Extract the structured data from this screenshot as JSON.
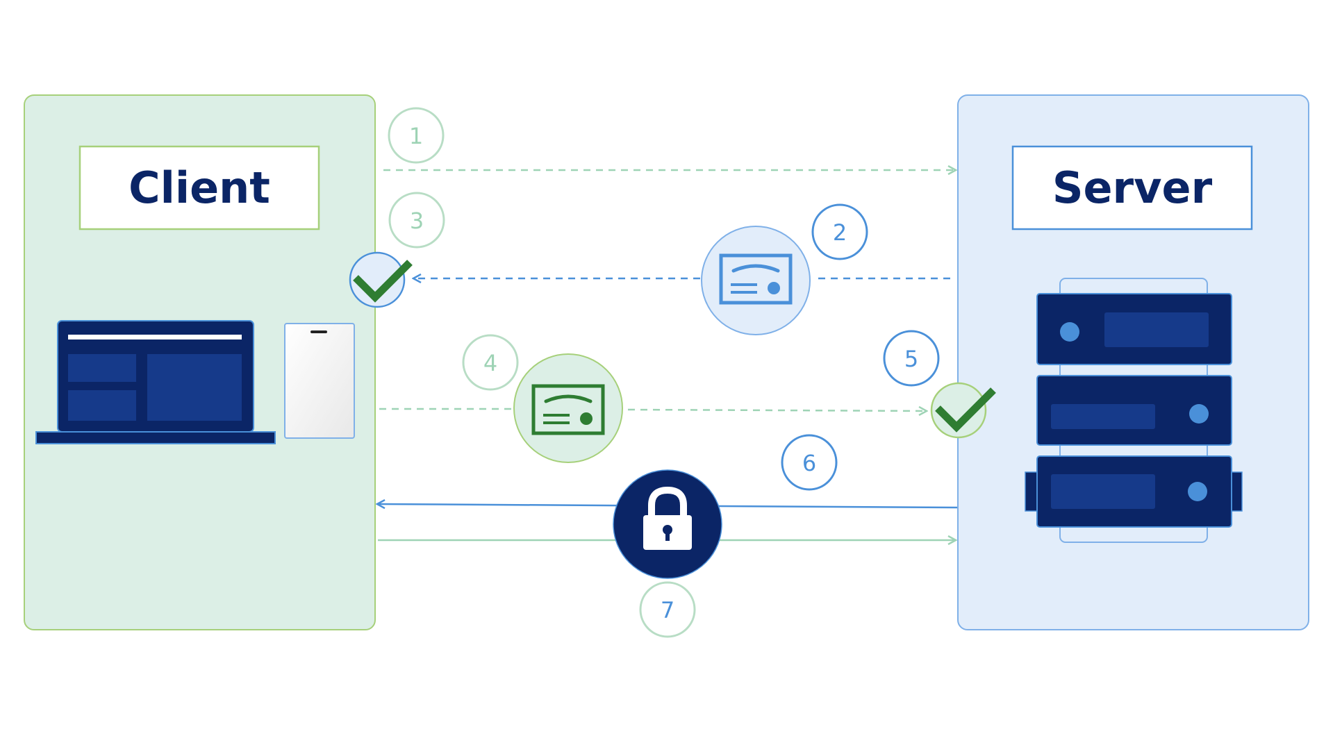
{
  "client": {
    "label": "Client"
  },
  "server": {
    "label": "Server"
  },
  "steps": {
    "s1": "1",
    "s2": "2",
    "s3": "3",
    "s4": "4",
    "s5": "5",
    "s6": "6",
    "s7": "7"
  },
  "icons": {
    "client_check": "checkmark-icon",
    "server_check": "checkmark-icon",
    "server_certificate": "certificate-icon",
    "client_certificate": "certificate-icon",
    "lock": "lock-icon",
    "laptop": "laptop-icon",
    "phone": "phone-icon",
    "server_rack": "server-rack-icon"
  },
  "colors": {
    "client_panel_fill": "#dcefe6",
    "client_panel_border": "#a6d07a",
    "server_panel_fill": "#e2edfa",
    "server_panel_border": "#7fb0e8",
    "navy": "#0b2566",
    "accent_blue": "#4a90d9",
    "light_green": "#9ed3b5",
    "check_green": "#2f7d32",
    "cert_green": "#2e7d32"
  }
}
